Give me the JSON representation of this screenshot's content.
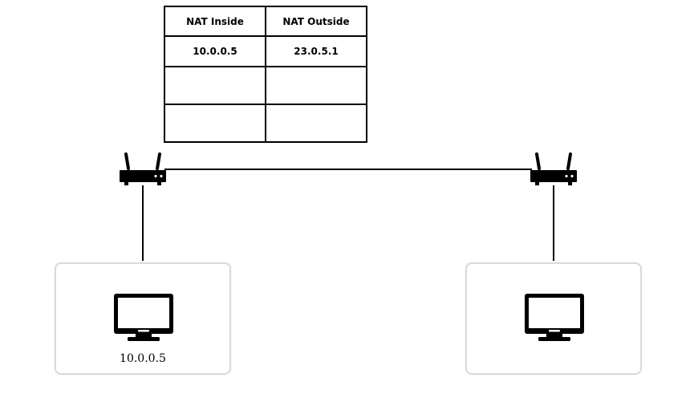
{
  "nat_table": {
    "headers": [
      "NAT Inside",
      "NAT Outside"
    ],
    "rows": [
      [
        "10.0.0.5",
        "23.0.5.1"
      ],
      [
        "",
        ""
      ],
      [
        "",
        ""
      ]
    ]
  },
  "hosts": {
    "left": {
      "label": "10.0.0.5",
      "icon": "monitor-icon"
    },
    "right": {
      "label": "",
      "icon": "monitor-icon"
    }
  },
  "routers": {
    "left": {
      "icon": "router-icon"
    },
    "right": {
      "icon": "router-icon"
    }
  }
}
